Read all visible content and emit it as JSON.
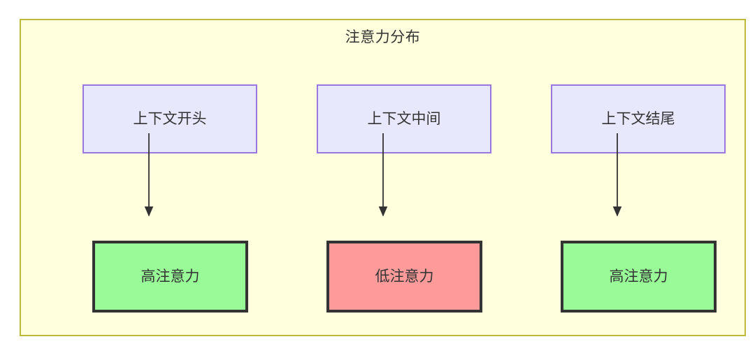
{
  "diagram": {
    "title": "注意力分布",
    "background_color": "#ffffdd",
    "border_color": "#bfb93a",
    "columns": [
      {
        "id": "col1",
        "source": {
          "label": "上下文开头",
          "fill": "#e8e8fd",
          "stroke": "#9a76e0"
        },
        "result": {
          "label": "高注意力",
          "fill": "#98fb98",
          "stroke": "#333333",
          "level": "high"
        },
        "arrow": {
          "name": "arrow-context-start-to-high-attention"
        }
      },
      {
        "id": "col2",
        "source": {
          "label": "上下文中间",
          "fill": "#e8e8fd",
          "stroke": "#9a76e0"
        },
        "result": {
          "label": "低注意力",
          "fill": "#fd9a9a",
          "stroke": "#333333",
          "level": "low"
        },
        "arrow": {
          "name": "arrow-context-middle-to-low-attention"
        }
      },
      {
        "id": "col3",
        "source": {
          "label": "上下文结尾",
          "fill": "#e8e8fd",
          "stroke": "#9a76e0"
        },
        "result": {
          "label": "高注意力",
          "fill": "#98fb98",
          "stroke": "#333333",
          "level": "high"
        },
        "arrow": {
          "name": "arrow-context-end-to-high-attention"
        }
      }
    ],
    "edge_color": "#333333"
  }
}
